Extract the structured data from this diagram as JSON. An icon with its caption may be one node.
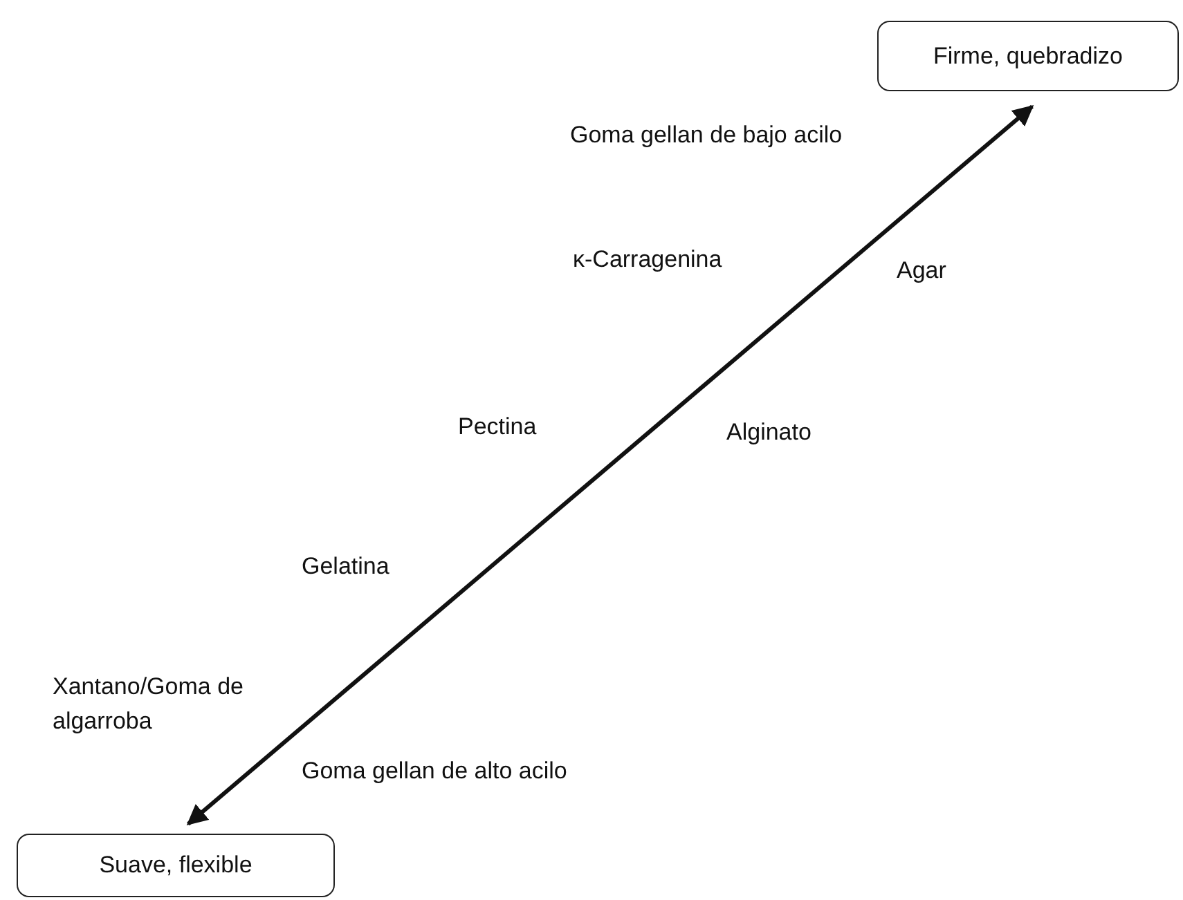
{
  "diagram": {
    "nodes": [
      {
        "text": [
          "Firme, quebradizo"
        ]
      },
      {
        "text": [
          "Suave, flexible"
        ]
      }
    ],
    "edges": [
      {
        "from": 1,
        "to": 0,
        "arrow": "both"
      }
    ],
    "labels": [
      "Goma gellan de bajo acilo",
      "κ-Carragenina",
      "Agar",
      "Pectina",
      "Alginato",
      "Gelatina",
      "Xantano/Goma de algarroba",
      "Goma gellan de alto acilo"
    ]
  }
}
